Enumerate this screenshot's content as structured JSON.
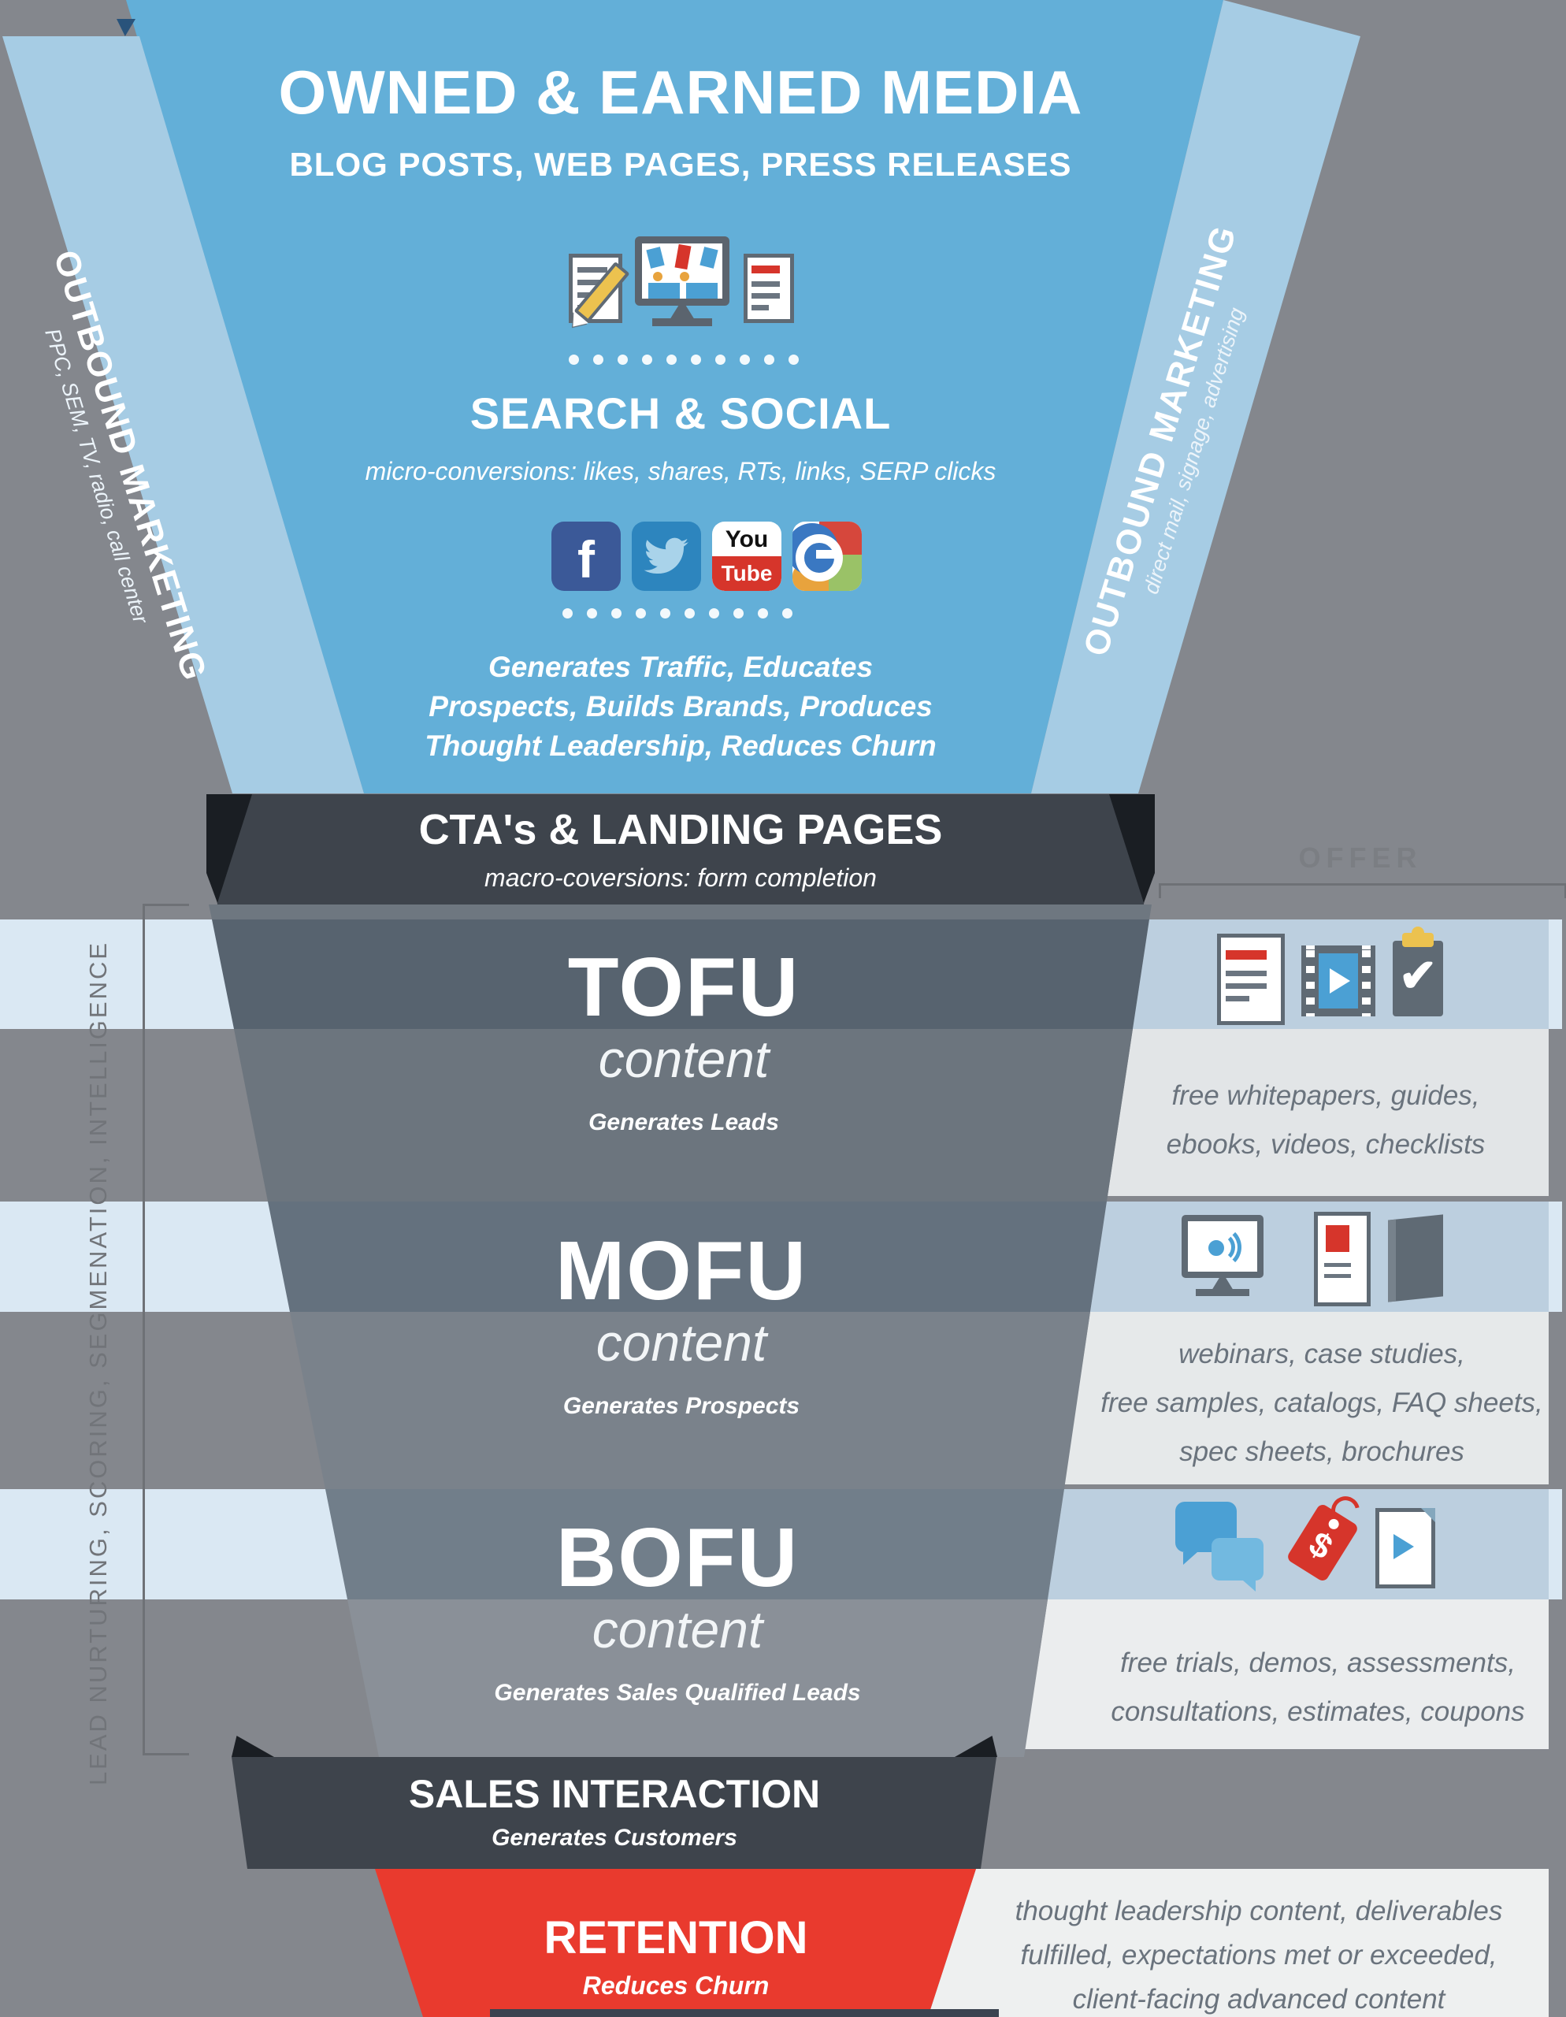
{
  "colors": {
    "background": "#84878D",
    "funnel_blue": "#63AFD8",
    "side_band_blue": "#A6CCE4",
    "pale_strip": "#DAE8F3",
    "offer_icon_band": "#BCCFDF",
    "dark_band": "#3E444C",
    "retention_red": "#E93A2E",
    "accent_navy": "#29537B",
    "offer_text": "#6A737D"
  },
  "top": {
    "title": "OWNED & EARNED MEDIA",
    "subtitle": "BLOG POSTS, WEB PAGES, PRESS RELEASES",
    "icons": [
      "blog-post-pencil-icon",
      "web-page-monitor-icon",
      "press-release-icon"
    ],
    "search_social_title": "SEARCH & SOCIAL",
    "search_social_subtitle": "micro-conversions: likes, shares, RTs, links, SERP clicks",
    "social_icons": [
      "facebook-icon",
      "twitter-icon",
      "youtube-icon",
      "google-icon"
    ],
    "facebook_letter": "f",
    "youtube_top": "You",
    "youtube_bottom": "Tube",
    "benefits": "Generates Traffic, Educates\nProspects, Builds Brands, Produces\nThought Leadership, Reduces Churn",
    "left_band": {
      "title": "OUTBOUND MARKETING",
      "subtitle": "PPC, SEM, TV, radio, call center"
    },
    "right_band": {
      "title": "OUTBOUND MARKETING",
      "subtitle": "direct mail, signage, advertising"
    }
  },
  "cta": {
    "title": "CTA's & LANDING PAGES",
    "subtitle": "macro-coversions: form completion"
  },
  "left_rail": {
    "label": "LEAD NURTURING, SCORING, SEGMENATION, INTELLIGENCE"
  },
  "offer": {
    "label": "OFFER"
  },
  "funnel": {
    "rows": [
      {
        "stage": "TOFU",
        "sub": "content",
        "result": "Generates Leads",
        "offers": "free whitepapers, guides,\nebooks, videos, checklists",
        "icons": [
          "whitepaper-icon",
          "video-film-icon",
          "checklist-clipboard-icon"
        ]
      },
      {
        "stage": "MOFU",
        "sub": "content",
        "result": "Generates Prospects",
        "offers": "webinars, case studies,\nfree samples, catalogs, FAQ sheets,\nspec sheets, brochures",
        "icons": [
          "webinar-monitor-icon",
          "case-study-icon",
          "brochure-book-icon"
        ]
      },
      {
        "stage": "BOFU",
        "sub": "content",
        "result": "Generates Sales Qualified Leads",
        "offers": "free trials, demos, assessments,\nconsultations, estimates, coupons",
        "icons": [
          "chat-bubbles-icon",
          "price-tag-icon",
          "demo-document-icon"
        ]
      }
    ]
  },
  "sales": {
    "title": "SALES INTERACTION",
    "subtitle": "Generates Customers"
  },
  "retention": {
    "title": "RETENTION",
    "subtitle": "Reduces Churn",
    "offers": "thought leadership content, deliverables\nfulfilled, expectations met or exceeded,\nclient-facing advanced content"
  }
}
